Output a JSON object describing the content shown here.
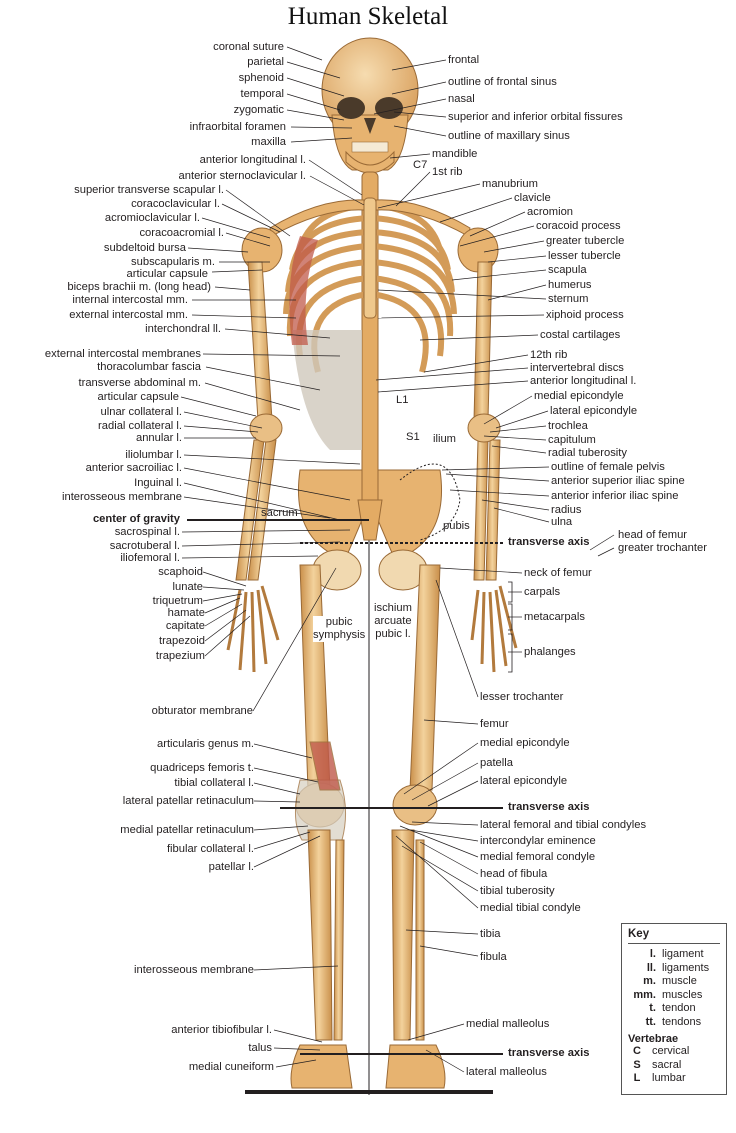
{
  "title": "Human Skeletal",
  "labels_left": [
    "coronal suture",
    "parietal",
    "sphenoid",
    "temporal",
    "zygomatic",
    "infraorbital foramen",
    "maxilla",
    "anterior longitudinal l.",
    "anterior sternoclavicular l.",
    "superior transverse scapular l.",
    "coracoclavicular l.",
    "acromioclavicular l.",
    "coracoacromial l.",
    "subdeltoid bursa",
    "subscapularis m.",
    "articular capsule",
    "biceps brachii m. (long head)",
    "internal intercostal mm.",
    "external intercostal mm.",
    "interchondral ll.",
    "external intercostal membranes",
    "thoracolumbar fascia",
    "transverse abdominal m.",
    "articular capsule",
    "ulnar collateral l.",
    "radial collateral l.",
    "annular l.",
    "iliolumbar l.",
    "anterior sacroiliac l.",
    "Inguinal l.",
    "interosseous membrane",
    "center of gravity",
    "sacrospinal l.",
    "sacrotuberal l.",
    "iliofemoral l.",
    "scaphoid",
    "lunate",
    "triquetrum",
    "hamate",
    "capitate",
    "trapezoid",
    "trapezium",
    "obturator membrane",
    "articularis genus m.",
    "quadriceps femoris t.",
    "tibial collateral l.",
    "lateral patellar retinaculum",
    "medial patellar retinaculum",
    "fibular collateral l.",
    "patellar l.",
    "interosseous membrane",
    "anterior tibiofibular l.",
    "talus",
    "medial cuneiform"
  ],
  "labels_right": [
    "frontal",
    "outline of frontal sinus",
    "nasal",
    "superior and inferior orbital fissures",
    "outline of maxillary sinus",
    "mandible",
    "1st rib",
    "manubrium",
    "clavicle",
    "acromion",
    "coracoid process",
    "greater tubercle",
    "lesser tubercle",
    "scapula",
    "humerus",
    "sternum",
    "xiphoid process",
    "costal cartilages",
    "12th rib",
    "intervertebral discs",
    "anterior longitudinal l.",
    "medial epicondyle",
    "lateral epicondyle",
    "trochlea",
    "capitulum",
    "radial tuberosity",
    "outline of female pelvis",
    "anterior superior iliac spine",
    "anterior inferior iliac spine",
    "radius",
    "ulna",
    "transverse axis",
    "head of femur",
    "greater trochanter",
    "neck of femur",
    "carpals",
    "metacarpals",
    "phalanges",
    "lesser trochanter",
    "femur",
    "medial epicondyle",
    "patella",
    "lateral epicondyle",
    "transverse axis",
    "lateral femoral and tibial condyles",
    "intercondylar eminence",
    "medial femoral condyle",
    "head of fibula",
    "tibial tuberosity",
    "medial tibial condyle",
    "tibia",
    "fibula",
    "medial malleolus",
    "transverse axis",
    "lateral malleolus"
  ],
  "labels_inner": [
    "C7",
    "L1",
    "S1",
    "ilium",
    "sacrum",
    "pubis",
    "pubic\nsymphysis",
    "ischium\narcuate\npubic l."
  ],
  "key": {
    "title": "Key",
    "abbreviations": [
      {
        "abbr": "l.",
        "meaning": "ligament"
      },
      {
        "abbr": "ll.",
        "meaning": "ligaments"
      },
      {
        "abbr": "m.",
        "meaning": "muscle"
      },
      {
        "abbr": "mm.",
        "meaning": "muscles"
      },
      {
        "abbr": "t.",
        "meaning": "tendon"
      },
      {
        "abbr": "tt.",
        "meaning": "tendons"
      }
    ],
    "vertebrae_title": "Vertebrae",
    "vertebrae": [
      {
        "abbr": "C",
        "meaning": "cervical"
      },
      {
        "abbr": "S",
        "meaning": "sacral"
      },
      {
        "abbr": "L",
        "meaning": "lumbar"
      }
    ]
  },
  "colors": {
    "bone": "#e9b878",
    "bone_shade": "#c98f4a",
    "bone_light": "#f6dcb0",
    "ligament": "#d9d2c4",
    "muscle": "#c0594a",
    "line": "#231f20"
  }
}
